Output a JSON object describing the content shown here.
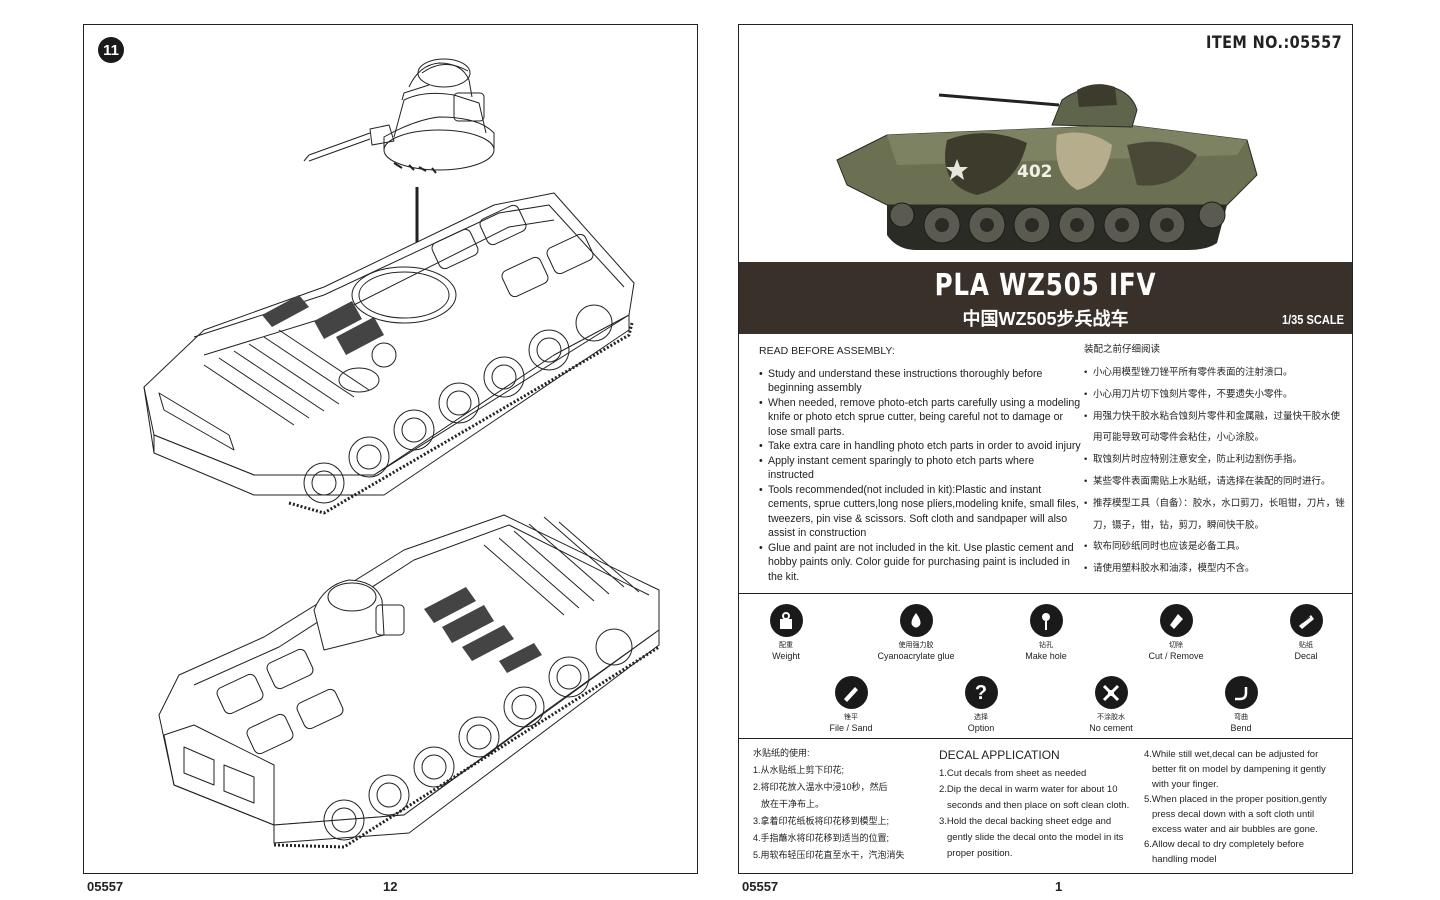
{
  "left_page": {
    "step_number": "11",
    "footer_code": "05557",
    "footer_page": "12"
  },
  "right_page": {
    "item_no": "ITEM   NO.:05557",
    "hero_vehicle_number": "402",
    "title_en": "PLA WZ505 IFV",
    "title_cn": "中国WZ505步兵战车",
    "scale": "1/35 SCALE",
    "read_en": {
      "heading": "READ BEFORE ASSEMBLY:",
      "items": [
        "Study and understand these instructions thoroughly before beginning assembly",
        "When needed, remove photo-etch parts carefully using a modeling knife or photo etch sprue cutter, being careful not to damage or lose small parts.",
        "Take extra care in handling photo etch parts in order to avoid injury",
        "Apply instant cement sparingly to photo etch parts where instructed",
        "Tools recommended(not included in kit):Plastic and instant cements, sprue cutters,long nose pliers,modeling knife, small files, tweezers, pin vise & scissors. Soft cloth and sandpaper will also assist in construction",
        "Glue and paint are not included in the kit. Use plastic cement and hobby paints only. Color guide for purchasing paint is included in the kit."
      ]
    },
    "read_cn": {
      "heading": "装配之前仔细阅读",
      "items": [
        "小心用模型锉刀锉平所有零件表面的注射溃口。",
        "小心用刀片切下蚀刻片零件，不要遗失小零件。",
        "用强力快干胶水粘合蚀刻片零件和金属融，过量快干胶水使用可能导致可动零件会粘住，小心涂胶。",
        "取蚀刻片时应特别注意安全，防止利边割伤手指。",
        "某些零件表面需贴上水贴纸，请选择在装配的同时进行。",
        "推荐模型工具（自备）：胶水，水口剪刀，长咀钳，刀片，锉刀，镊子，钳，钻，剪刀，瞬间快干胶。",
        "软布同砂纸同时也应该是必备工具。",
        "请使用塑料胶水和油漆，模型内不含。"
      ]
    },
    "symbols": [
      {
        "cn": "配重",
        "en": "Weight",
        "icon": "weight-icon"
      },
      {
        "cn": "使用强力胶",
        "en": "Cyanoacrylate glue",
        "icon": "glue-drop-icon"
      },
      {
        "cn": "钻孔",
        "en": "Make hole",
        "icon": "drill-icon"
      },
      {
        "cn": "切除",
        "en": "Cut / Remove",
        "icon": "cut-icon"
      },
      {
        "cn": "贴纸",
        "en": "Decal",
        "icon": "decal-icon"
      },
      {
        "cn": "锉平",
        "en": "File / Sand",
        "icon": "file-icon"
      },
      {
        "cn": "选择",
        "en": "Option",
        "icon": "question-icon"
      },
      {
        "cn": "不涂胶水",
        "en": "No cement",
        "icon": "no-cement-icon"
      },
      {
        "cn": "弯曲",
        "en": "Bend",
        "icon": "bend-icon"
      }
    ],
    "decal_cn": {
      "heading": "水贴纸的使用:",
      "lines": [
        "1.从水贴纸上剪下印花;",
        "2.将印花放入温水中浸10秒，然后",
        "放在干净布上。",
        "3.拿着印花纸板将印花移到模型上;",
        "4.手指蘸水将印花移到适当的位置;",
        "5.用软布轻压印花直至水干，汽泡消失"
      ]
    },
    "decal_en": {
      "heading": "DECAL APPLICATION",
      "lines": [
        "1.Cut decals from sheet as needed",
        "2.Dip the decal in warm water for about 10",
        "seconds and then place on soft clean cloth.",
        "3.Hold the decal backing sheet edge and",
        "gently slide the decal onto the model in its",
        "proper position."
      ]
    },
    "decal_more": {
      "lines": [
        "4.While still wet,decal can be adjusted for",
        "better fit on model by dampening it gently",
        "with your finger.",
        "5.When placed in the proper position,gently",
        "press decal down with a soft cloth until",
        "excess water and air bubbles are gone.",
        "6.Allow decal to dry completely before",
        "handling model"
      ]
    },
    "footer_code": "05557",
    "footer_page": "1"
  }
}
